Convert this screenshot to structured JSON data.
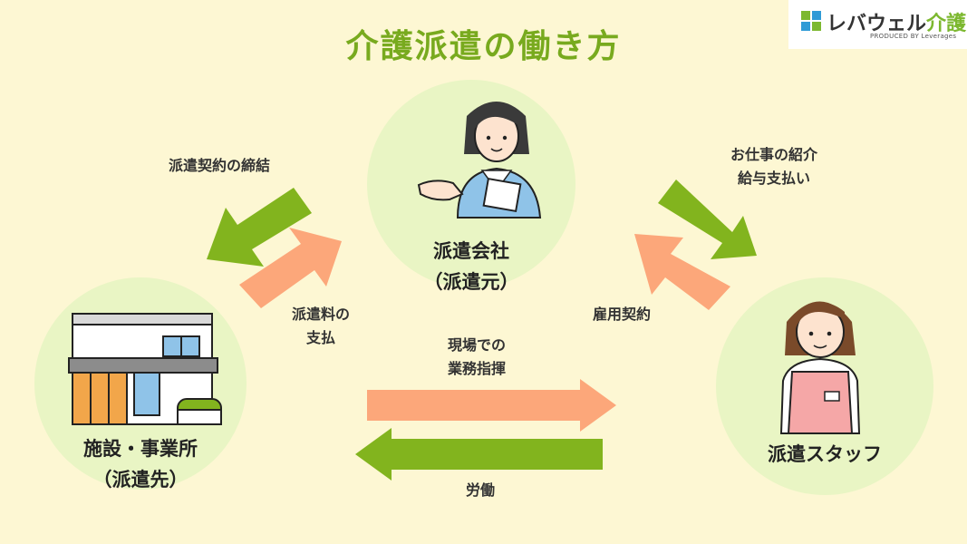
{
  "title": "介護派遣の働き方",
  "logo": {
    "name_main": "レバウェル",
    "name_accent": "介護",
    "sub": "PRODUCED BY Leverages"
  },
  "nodes": {
    "agency": {
      "line1": "派遣会社",
      "line2": "（派遣元）"
    },
    "facility": {
      "line1": "施設・事業所",
      "line2": "（派遣先）"
    },
    "staff": {
      "line1": "派遣スタッフ"
    }
  },
  "flows": {
    "dispatch_contract": "派遣契約の締結",
    "dispatch_fee_line1": "派遣料の",
    "dispatch_fee_line2": "支払",
    "job_intro_line1": "お仕事の紹介",
    "job_intro_line2": "給与支払い",
    "employment_contract": "雇用契約",
    "onsite_line1": "現場での",
    "onsite_line2": "業務指揮",
    "labor": "労働"
  },
  "colors": {
    "green_arrow": "#82b41e",
    "orange_arrow": "#fca77a",
    "circle": "#e9f5c4",
    "background": "#fdf7d3",
    "title": "#78aa1e"
  }
}
